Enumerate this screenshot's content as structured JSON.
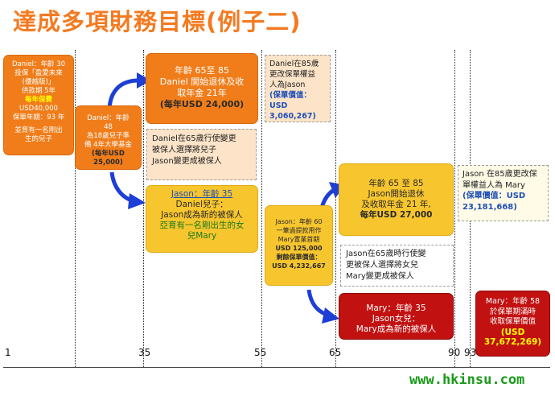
{
  "title": "達成多項財務目標(例子二)",
  "axis": {
    "ticks": [
      "1",
      "35",
      "55",
      "65",
      "90",
      "93"
    ]
  },
  "footer": {
    "url": "www.hkinsu.com"
  },
  "boxes": {
    "daniel_30": {
      "lines": [
        "Daniel：年齡 30",
        "投保「盈愛未來",
        "(優越版)」",
        "供款期 5年",
        "每年保費",
        "USD40,000",
        "保單年期：93 年"
      ],
      "lines2": [
        "並育有一名剛出",
        "生的兒子"
      ]
    },
    "daniel_48": {
      "lines": [
        "Daniel：年齡",
        "48",
        "為18歲兒子準",
        "備 4年大學基金"
      ],
      "highlight": [
        "(每年USD",
        "25,000)"
      ]
    },
    "daniel_65_85": {
      "lines": [
        "年齡 65至 85",
        "Daniel 開始退休及收",
        "取年金 21年"
      ],
      "highlight": "(每年USD 24,000)"
    },
    "jason_35": {
      "lines": [
        "Jason：年齡 35"
      ],
      "lines2": [
        "Daniel兒子：",
        "Jason成為新的被保人"
      ],
      "green": [
        "亞育有一名剛出生的女",
        "兒Mary"
      ]
    },
    "jason_60": {
      "lines": [
        "Jason：年齡 60",
        "一筆過提款用作",
        "Mary置業首期",
        "USD 125,000",
        "剩餘保單價值：",
        "USD 4,232,667"
      ]
    },
    "jason_65_85": {
      "lines": [
        "年齡 65 至 85",
        "Jason開始退休",
        "及收取年金 21 年,"
      ],
      "highlight": "每年USD 27,000"
    },
    "mary_35": {
      "lines": [
        "Mary：年齡 35",
        "Jason女兒：",
        "Mary成為新的被保人"
      ]
    },
    "mary_58": {
      "lines": [
        "Mary：年齡 58",
        "於保單期滿時",
        "收取保單價值"
      ],
      "highlight": [
        "(USD",
        "37,672,269)"
      ]
    }
  },
  "notes": {
    "daniel_85": {
      "lines": [
        "Daniel在85歲",
        "更改保單權益",
        "人為Jason"
      ],
      "value": [
        "(保單價值：USD",
        "3,060,267)"
      ]
    },
    "daniel_65_change": {
      "lines": [
        "Daniel在65歲行使變更",
        "被保人選擇將兒子",
        "Jason變更成被保人"
      ]
    },
    "jason_65_change": {
      "lines": [
        "Jason在65歲時行使變",
        "更被保人選擇將女兒",
        "Mary變更成被保人"
      ]
    },
    "jason_85": {
      "lines": [
        "Jason 在85歲更改保",
        "單權益人為 Mary"
      ],
      "value": [
        "(保單價值：USD",
        "23,181,668)"
      ]
    }
  },
  "colors": {
    "title": "#f47a20",
    "orange": "#f07d1a",
    "yellow": "#f7c52e",
    "red": "#c21111",
    "blue_arrow": "#1d3fd6",
    "url": "#1a9a1a"
  }
}
